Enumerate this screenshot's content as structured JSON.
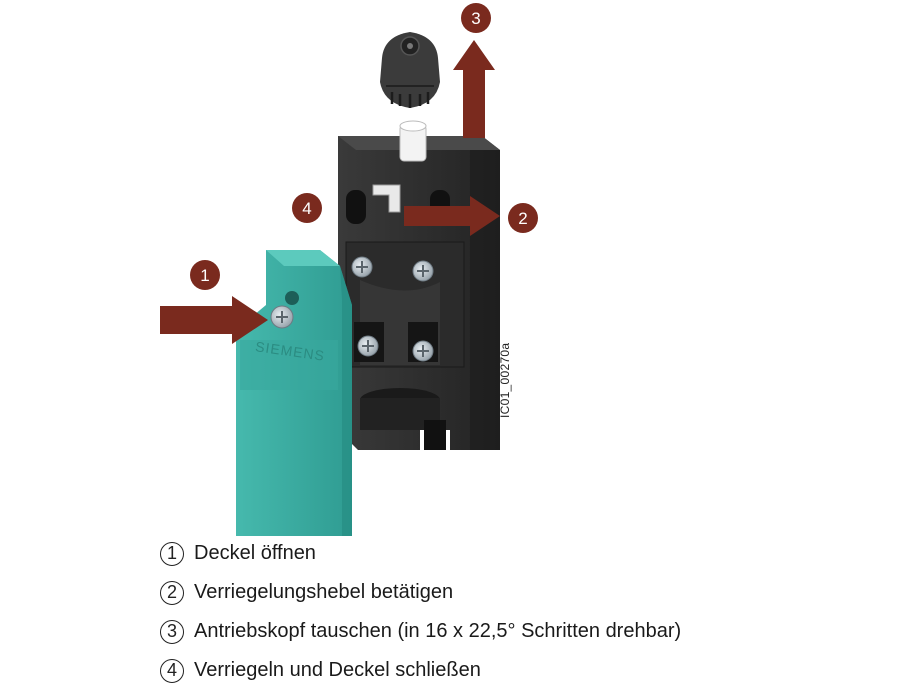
{
  "callouts": [
    {
      "number": "1",
      "color": "#7a2a1e"
    },
    {
      "number": "2",
      "color": "#7a2a1e"
    },
    {
      "number": "3",
      "color": "#7a2a1e"
    },
    {
      "number": "4",
      "color": "#7a2a1e"
    }
  ],
  "cover": {
    "brand_text": "SIEMENS",
    "color": "#3fb3a8"
  },
  "drawing_id": "IC01_00270a",
  "legend": [
    {
      "number": "1",
      "text": "Deckel öffnen"
    },
    {
      "number": "2",
      "text": "Verriegelungshebel betätigen"
    },
    {
      "number": "3",
      "text": "Antriebskopf tauschen (in 16 x 22,5° Schritten drehbar)"
    },
    {
      "number": "4",
      "text": "Verriegeln und Deckel schließen"
    }
  ]
}
